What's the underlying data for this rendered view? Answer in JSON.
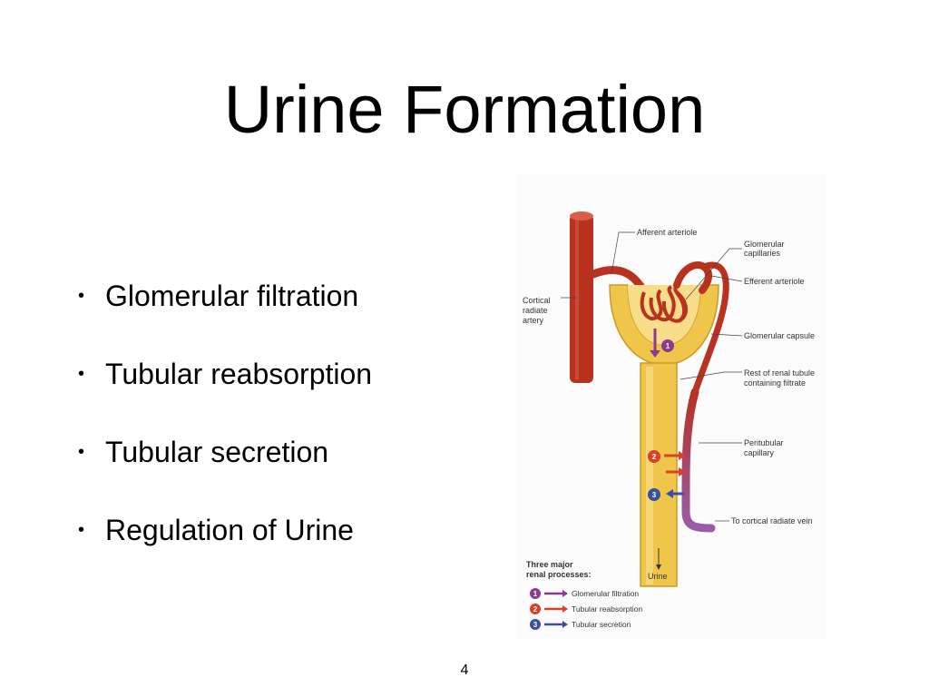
{
  "slide": {
    "title": "Urine Formation",
    "bullets": [
      {
        "marker": "•",
        "text": "Glomerular filtration"
      },
      {
        "marker": "•",
        "text": "Tubular reabsorption"
      },
      {
        "marker": "•",
        "text": "Tubular secretion"
      },
      {
        "marker": "•",
        "text": "Regulation of Urine"
      }
    ],
    "page_number": "4"
  },
  "figure": {
    "labels": {
      "afferent": "Afferent arteriole",
      "glom_cap_1": "Glomerular",
      "glom_cap_2": "capillaries",
      "efferent": "Efferent arteriole",
      "cortical_1": "Cortical",
      "cortical_2": "radiate",
      "cortical_3": "artery",
      "capsule": "Glomerular capsule",
      "rest_1": "Rest of renal tubule",
      "rest_2": "containing filtrate",
      "peritubular_1": "Peritubular",
      "peritubular_2": "capillary",
      "vein": "To cortical radiate vein",
      "urine": "Urine"
    },
    "markers": [
      "1",
      "2",
      "3"
    ],
    "legend": {
      "heading_1": "Three major",
      "heading_2": "renal processes:",
      "items": [
        {
          "num": "1",
          "label": "Glomerular filtration",
          "color": "#8b3a8f"
        },
        {
          "num": "2",
          "label": "Tubular reabsorption",
          "color": "#d9412b"
        },
        {
          "num": "3",
          "label": "Tubular secretion",
          "color": "#3a4fa0"
        }
      ]
    },
    "colors": {
      "artery": "#b8321f",
      "tubule": "#f0c64a",
      "vein": "#9a5ba8"
    }
  }
}
